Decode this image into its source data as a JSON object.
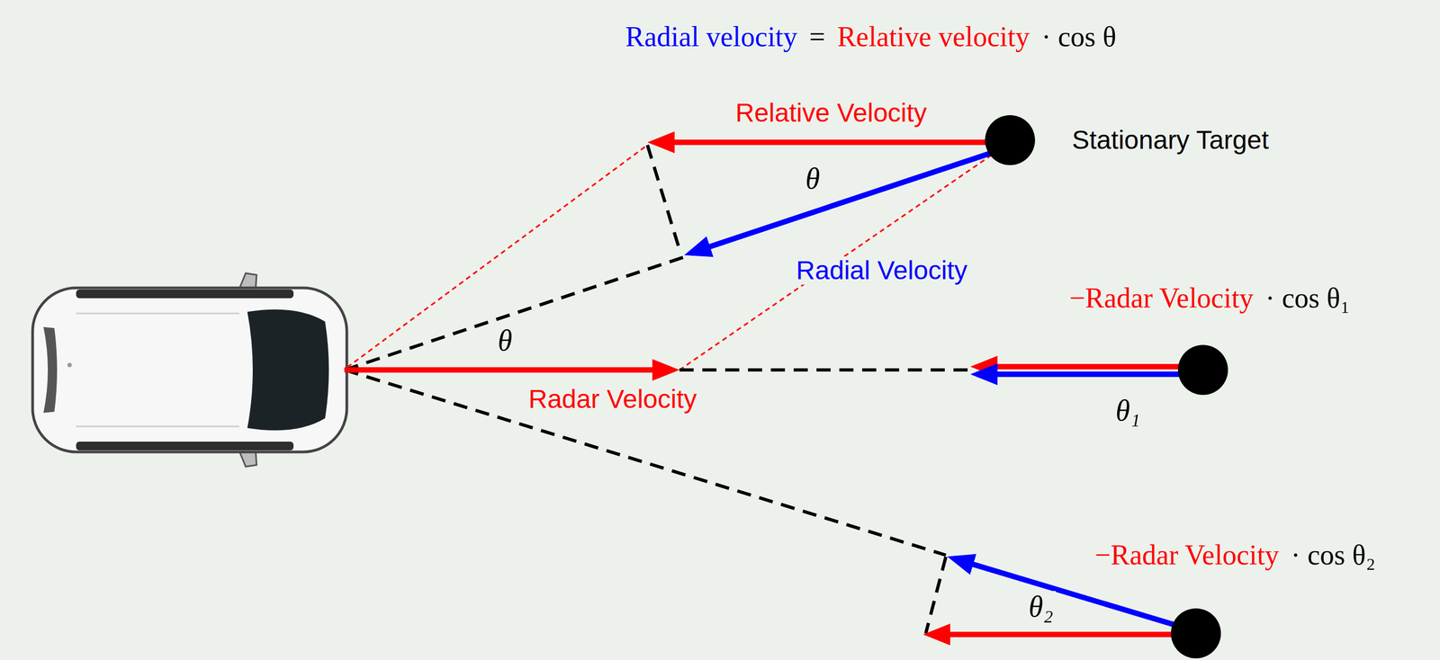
{
  "diagram": {
    "nodes": [
      {
        "text": [
          "Stationary Target"
        ]
      }
    ],
    "labels": [
      "Radial velocity",
      "=",
      "Relative velocity",
      "· cos θ",
      "Relative Velocity",
      "θ",
      "Radial Velocity",
      "θ",
      "Radar Velocity",
      "−Radar Velocity",
      "· cos θ₁",
      "θ₁",
      "−Radar Velocity",
      "· cos θ₂",
      "θ₂"
    ]
  }
}
